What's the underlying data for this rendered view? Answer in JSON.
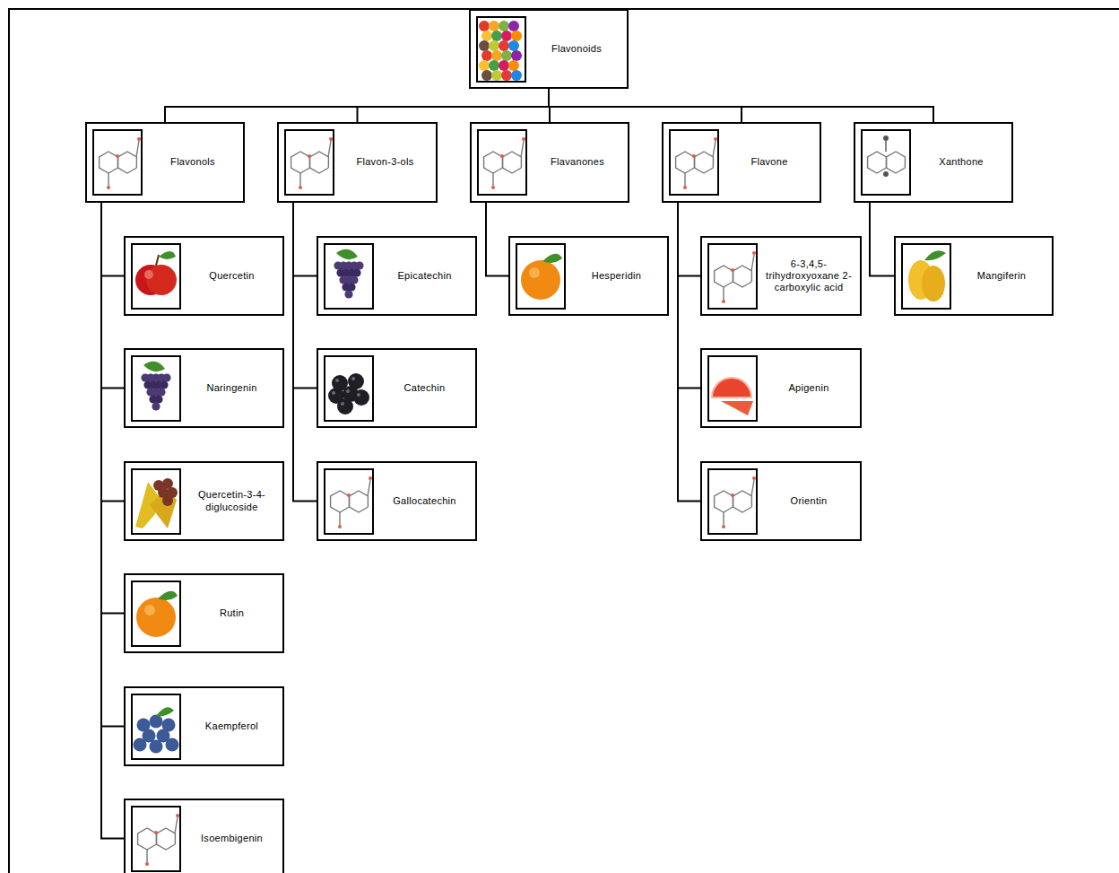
{
  "diagram": {
    "nodes": [
      {
        "text": [
          "Flavonoids"
        ]
      },
      {
        "text": [
          "Flavonols"
        ]
      },
      {
        "text": [
          "Flavon-3-ols"
        ]
      },
      {
        "text": [
          "Flavanones"
        ]
      },
      {
        "text": [
          "Flavone"
        ]
      },
      {
        "text": [
          "Xanthone"
        ]
      },
      {
        "text": [
          "Quercetin"
        ]
      },
      {
        "text": [
          "Naringenin"
        ]
      },
      {
        "text": [
          "Quercetin-3-4- diglucoside"
        ]
      },
      {
        "text": [
          "Rutin"
        ]
      },
      {
        "text": [
          "Kaempferol"
        ]
      },
      {
        "text": [
          "Isoembigenin"
        ]
      },
      {
        "text": [
          "Epicatechin"
        ]
      },
      {
        "text": [
          "Catechin"
        ]
      },
      {
        "text": [
          "Gallocatechin"
        ]
      },
      {
        "text": [
          "Hesperidin"
        ]
      },
      {
        "text": [
          "6-3,4,5- trihydroxyoxane 2- carboxylic acid"
        ]
      },
      {
        "text": [
          "Apigenin"
        ]
      },
      {
        "text": [
          "Orientin"
        ]
      },
      {
        "text": [
          "Mangiferin"
        ]
      }
    ],
    "edges": [
      {
        "from": 0,
        "to": 1,
        "arrow": "none"
      },
      {
        "from": 0,
        "to": 2,
        "arrow": "none"
      },
      {
        "from": 0,
        "to": 3,
        "arrow": "none"
      },
      {
        "from": 0,
        "to": 4,
        "arrow": "none"
      },
      {
        "from": 0,
        "to": 5,
        "arrow": "none"
      },
      {
        "from": 1,
        "to": 6,
        "arrow": "none"
      },
      {
        "from": 1,
        "to": 7,
        "arrow": "none"
      },
      {
        "from": 1,
        "to": 8,
        "arrow": "none"
      },
      {
        "from": 1,
        "to": 9,
        "arrow": "none"
      },
      {
        "from": 1,
        "to": 10,
        "arrow": "none"
      },
      {
        "from": 1,
        "to": 11,
        "arrow": "none"
      },
      {
        "from": 2,
        "to": 12,
        "arrow": "none"
      },
      {
        "from": 2,
        "to": 13,
        "arrow": "none"
      },
      {
        "from": 2,
        "to": 14,
        "arrow": "none"
      },
      {
        "from": 3,
        "to": 15,
        "arrow": "none"
      },
      {
        "from": 4,
        "to": 16,
        "arrow": "none"
      },
      {
        "from": 4,
        "to": 17,
        "arrow": "none"
      },
      {
        "from": 4,
        "to": 18,
        "arrow": "none"
      },
      {
        "from": 5,
        "to": 19,
        "arrow": "none"
      }
    ]
  }
}
